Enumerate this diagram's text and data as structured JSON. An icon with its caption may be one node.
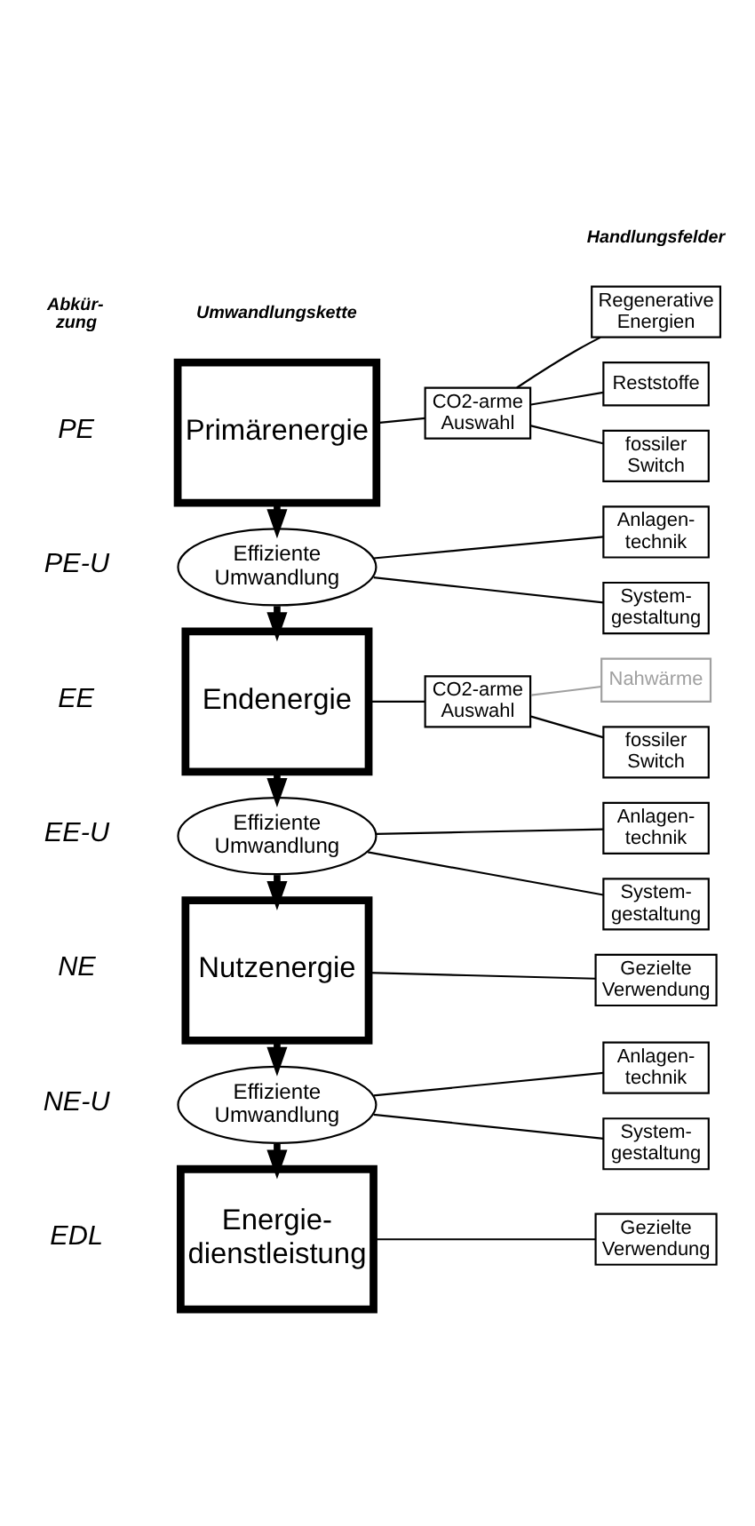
{
  "diagram": {
    "nodes": [
      {
        "text": [
          "Primärenergie"
        ]
      },
      {
        "text": [
          "CO2-arme Auswahl"
        ]
      },
      {
        "text": [
          "Regenerative Energien"
        ]
      },
      {
        "text": [
          "Reststoffe"
        ]
      },
      {
        "text": [
          "fossiler Switch"
        ]
      },
      {
        "text": [
          "Effiziente Umwandlung"
        ]
      },
      {
        "text": [
          "Anlagen- technik"
        ]
      },
      {
        "text": [
          "System- gestaltung"
        ]
      },
      {
        "text": [
          "Endenergie"
        ]
      },
      {
        "text": [
          "CO2-arme Auswahl"
        ]
      },
      {
        "text": [
          "Nahwärme"
        ]
      },
      {
        "text": [
          "fossiler Switch"
        ]
      },
      {
        "text": [
          "Effiziente Umwandlung"
        ]
      },
      {
        "text": [
          "Anlagen- technik"
        ]
      },
      {
        "text": [
          "System- gestaltung"
        ]
      },
      {
        "text": [
          "Nutzenergie"
        ]
      },
      {
        "text": [
          "Gezielte Verwendung"
        ]
      },
      {
        "text": [
          "Effiziente Umwandlung"
        ]
      },
      {
        "text": [
          "Anlagen- technik"
        ]
      },
      {
        "text": [
          "System- gestaltung"
        ]
      },
      {
        "text": [
          "Energie- dienstleistung"
        ]
      },
      {
        "text": [
          "Gezielte Verwendung"
        ]
      }
    ],
    "edges": [
      {
        "from": 0,
        "to": 1,
        "arrow": "none"
      },
      {
        "from": 1,
        "to": 2,
        "arrow": "none"
      },
      {
        "from": 1,
        "to": 3,
        "arrow": "none"
      },
      {
        "from": 1,
        "to": 4,
        "arrow": "none"
      },
      {
        "from": 0,
        "to": 5,
        "arrow": "to",
        "style": "thick"
      },
      {
        "from": 5,
        "to": 6,
        "arrow": "none"
      },
      {
        "from": 5,
        "to": 7,
        "arrow": "none"
      },
      {
        "from": 5,
        "to": 8,
        "arrow": "to",
        "style": "thick"
      },
      {
        "from": 8,
        "to": 9,
        "arrow": "none"
      },
      {
        "from": 9,
        "to": 10,
        "arrow": "none",
        "color": "#a0a0a0"
      },
      {
        "from": 9,
        "to": 11,
        "arrow": "none"
      },
      {
        "from": 8,
        "to": 12,
        "arrow": "to",
        "style": "thick"
      },
      {
        "from": 12,
        "to": 13,
        "arrow": "none"
      },
      {
        "from": 12,
        "to": 14,
        "arrow": "none"
      },
      {
        "from": 12,
        "to": 15,
        "arrow": "to",
        "style": "thick"
      },
      {
        "from": 15,
        "to": 16,
        "arrow": "none"
      },
      {
        "from": 15,
        "to": 17,
        "arrow": "to",
        "style": "thick"
      },
      {
        "from": 17,
        "to": 18,
        "arrow": "none"
      },
      {
        "from": 17,
        "to": 19,
        "arrow": "none"
      },
      {
        "from": 17,
        "to": 20,
        "arrow": "to",
        "style": "thick"
      },
      {
        "from": 20,
        "to": 21,
        "arrow": "none"
      }
    ],
    "labels": [
      "Abkür- zung",
      "Umwandlungskette",
      "Handlungsfelder",
      "PE",
      "PE-U",
      "EE",
      "EE-U",
      "NE",
      "NE-U",
      "EDL"
    ]
  }
}
